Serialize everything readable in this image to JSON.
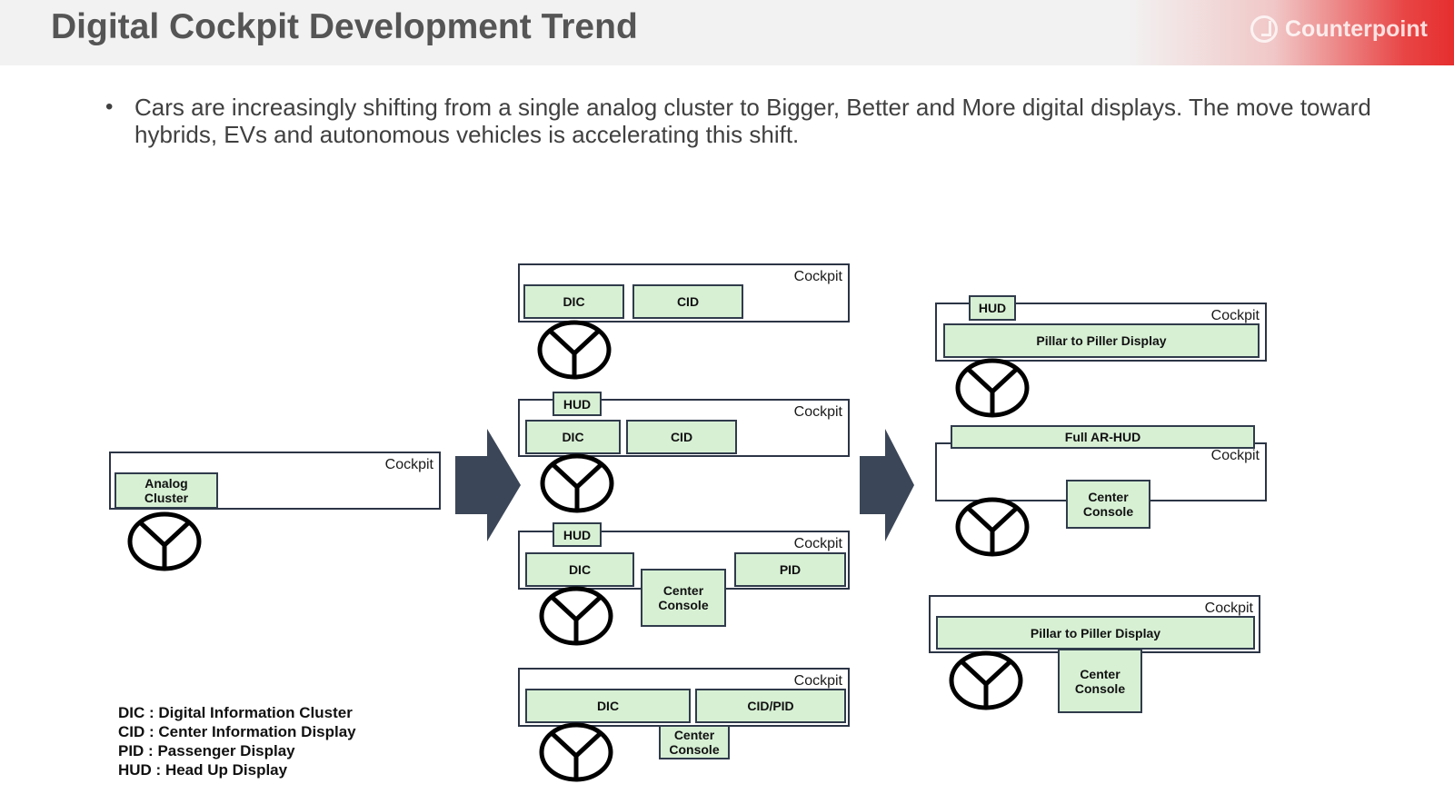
{
  "header": {
    "title": "Digital Cockpit Development Trend",
    "logo_text": "Counterpoint"
  },
  "bullet": {
    "text": "Cars are increasingly shifting from a single analog cluster to Bigger, Better and More digital displays. The move toward hybrids, EVs and autonomous vehicles is accelerating this shift."
  },
  "diagram": {
    "cockpit_label": "Cockpit",
    "current": {
      "analog_cluster": "Analog Cluster"
    },
    "mid": [
      {
        "dic": "DIC",
        "cid": "CID"
      },
      {
        "hud": "HUD",
        "dic": "DIC",
        "cid": "CID"
      },
      {
        "hud": "HUD",
        "dic": "DIC",
        "center_console": "Center Console",
        "pid": "PID"
      },
      {
        "dic": "DIC",
        "cid_pid": "CID/PID",
        "center_console": "Center Console"
      }
    ],
    "future": [
      {
        "hud": "HUD",
        "pillar": "Pillar to Piller Display"
      },
      {
        "full_ar_hud": "Full AR-HUD",
        "center_console": "Center Console"
      },
      {
        "pillar": "Pillar to Piller Display",
        "center_console": "Center Console"
      }
    ]
  },
  "legend": [
    "DIC : Digital Information Cluster",
    "CID : Center Information Display",
    "PID : Passenger Display",
    "HUD : Head Up Display"
  ],
  "colors": {
    "display_fill": "#d7f0d4",
    "arrow": "#3b4658",
    "header_accent": "#e62e2e"
  }
}
